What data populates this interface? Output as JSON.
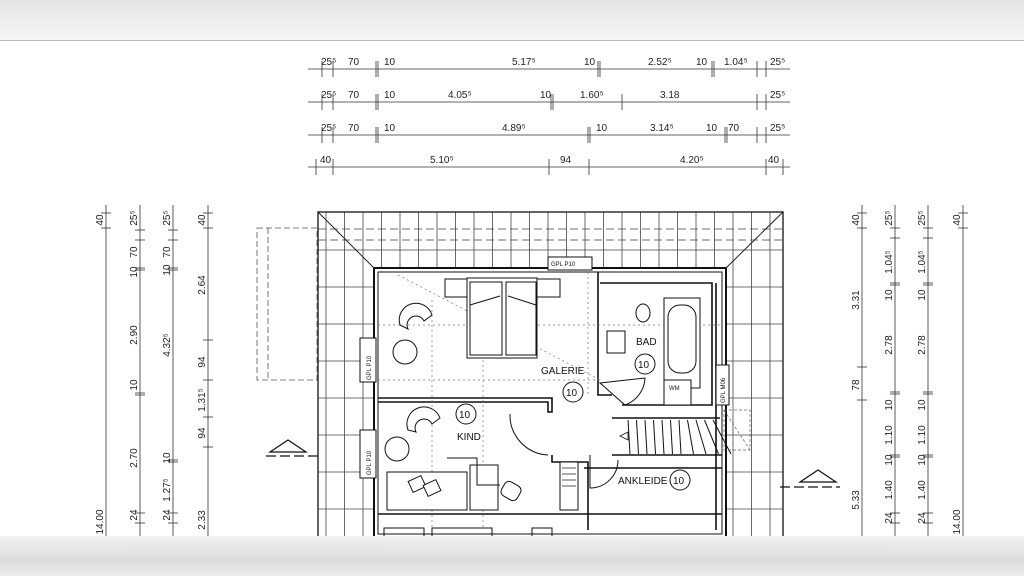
{
  "plan": {
    "rooms": {
      "galerie": {
        "name": "GALERIE",
        "number": "10"
      },
      "bad": {
        "name": "BAD",
        "number": "10"
      },
      "kind": {
        "name": "KIND",
        "number": "10"
      },
      "ankleide": {
        "name": "ANKLEIDE",
        "number": "10"
      }
    },
    "chimney_labels": {
      "top": "GPL P10",
      "left_upper": "GPL P10",
      "left_lower": "GPL P10",
      "right": "GPL M06"
    },
    "wm_label": "WM"
  },
  "dimensions": {
    "top_rows": [
      [
        "25⁵",
        "70",
        "10",
        "5.17⁵",
        "10",
        "2.52⁵",
        "10",
        "1.04⁵",
        "25⁵"
      ],
      [
        "25⁵",
        "70",
        "10",
        "4.05⁵",
        "10",
        "1.60⁵",
        "3.18",
        "25⁵"
      ],
      [
        "25⁵",
        "70",
        "10",
        "4.89⁵",
        "10",
        "3.14⁵",
        "10",
        "70",
        "25⁵"
      ],
      [
        "40",
        "5.10⁵",
        "94",
        "4.20⁵",
        "40"
      ]
    ],
    "left_cols": [
      [
        "40",
        "14.00"
      ],
      [
        "25⁵",
        "70",
        "10",
        "2.90",
        "10",
        "2.70",
        "24"
      ],
      [
        "25⁵",
        "70",
        "10",
        "4.32⁵",
        "10",
        "1.27⁵",
        "24"
      ],
      [
        "40",
        "2.64",
        "94",
        "1.31⁵",
        "94",
        "2.33"
      ]
    ],
    "right_cols": [
      [
        "40",
        "3.31",
        "78",
        "5.33"
      ],
      [
        "25⁵",
        "1.04⁵",
        "10",
        "2.78",
        "10",
        "1.10",
        "10",
        "1.40",
        "24"
      ],
      [
        "25⁵",
        "1.04⁵",
        "10",
        "2.78",
        "10",
        "1.10",
        "10",
        "1.40",
        "24"
      ],
      [
        "40",
        "14.00"
      ]
    ]
  }
}
